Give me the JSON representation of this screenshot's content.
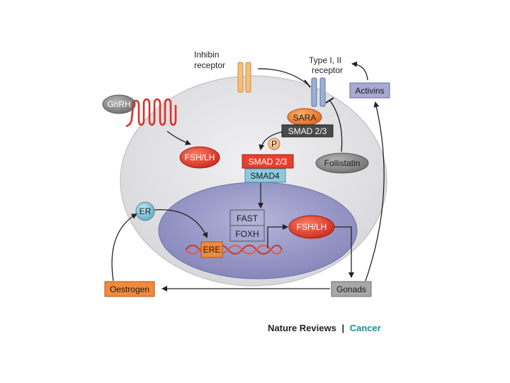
{
  "labels": {
    "inhibin_receptor": [
      "Inhibin",
      "receptor"
    ],
    "type_receptor": [
      "Type I, II",
      "receptor"
    ],
    "activins": "Activins",
    "gnrh": "GnRH",
    "sara": "SARA",
    "smad23_top": "SMAD 2/3",
    "p": "P",
    "smad23": "SMAD 2/3",
    "smad4": "SMAD4",
    "follistatin": "Follistatin",
    "fsh_lh_cyto": "FSH/LH",
    "er": "ER",
    "fast": "FAST",
    "foxh": "FOXH",
    "ere": "ERE",
    "fsh_lh_nuc": "FSH/LH",
    "gonads": "Gonads",
    "oestrogen": "Oestrogen"
  },
  "credit": {
    "journal": "Nature Reviews",
    "separator": "|",
    "section": "Cancer"
  },
  "colors": {
    "cell": "#e6e6e8",
    "nucleus": "#9b9bc9",
    "red_node": "#e8402f",
    "orange_node": "#f08a3c",
    "grey_node": "#8f8f8f",
    "blue_node": "#8ec9de",
    "purple_node": "#a9a9d3",
    "receptor": "#f6c07a",
    "accent_text": "#1a8fa0"
  }
}
